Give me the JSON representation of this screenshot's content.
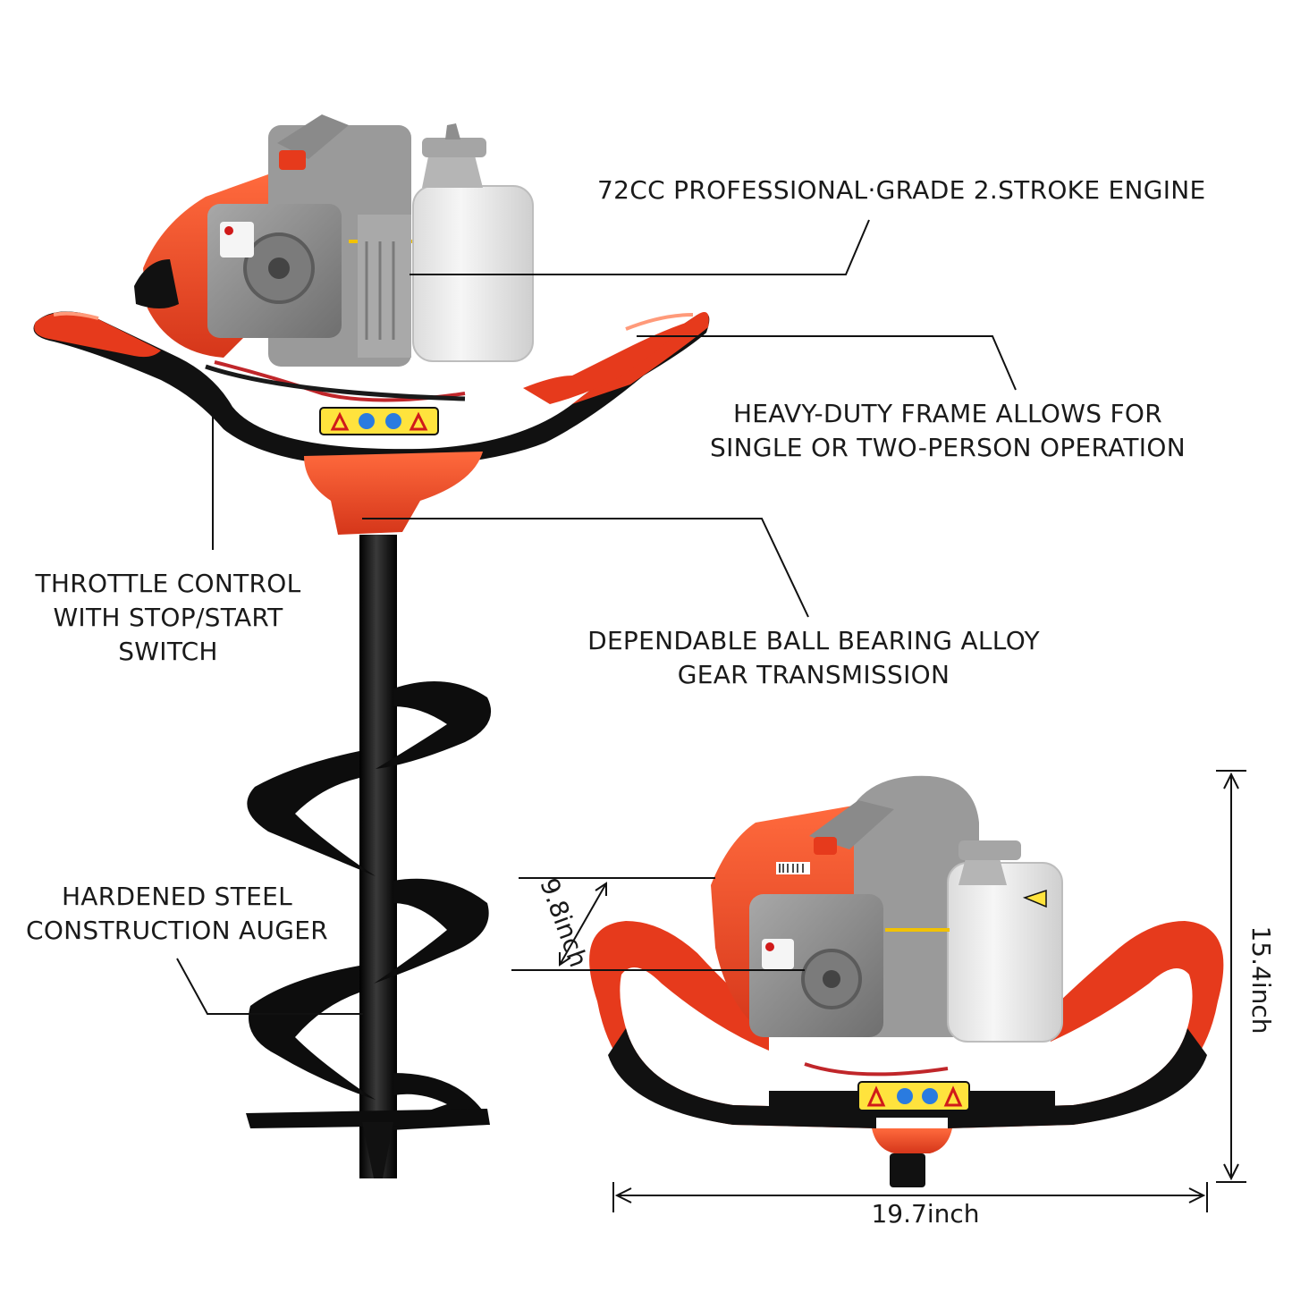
{
  "callouts": {
    "engine": "72CC PROFESSIONAL·GRADE 2.STROKE ENGINE",
    "frame": "HEAVY-DUTY FRAME ALLOWS FOR\nSINGLE OR TWO-PERSON OPERATION",
    "throttle": "THROTTLE CONTROL\nWITH STOP/START\nSWITCH",
    "gear": "DEPENDABLE BALL BEARING ALLOY\nGEAR TRANSMISSION",
    "auger": "HARDENED STEEL\nCONSTRUCTION AUGER"
  },
  "dimensions": {
    "width": "19.7inch",
    "height": "15.4inch",
    "depth": "9.8inch"
  },
  "colors": {
    "body_orange": "#e8451f",
    "handle_orange": "#e63a1c",
    "metal_grey": "#8c8c8c",
    "tank_white": "#eeeeee",
    "black": "#111111"
  }
}
